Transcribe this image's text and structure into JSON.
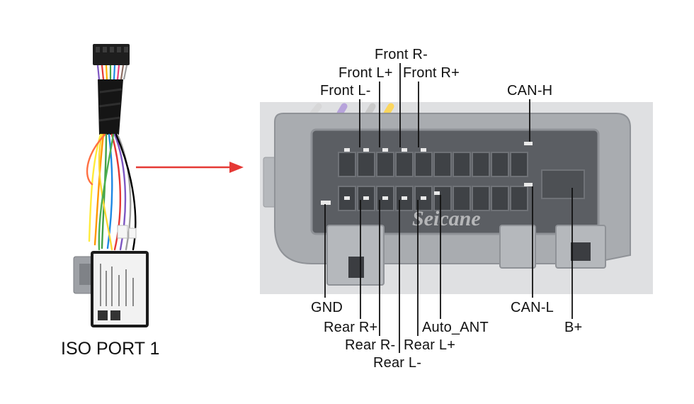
{
  "caption": "ISO PORT 1",
  "watermark": "Seicane",
  "pins_top": {
    "front_r_minus": "Front R-",
    "front_l_plus": "Front L+",
    "front_r_plus": "Front R+",
    "front_l_minus": "Front L-",
    "can_h": "CAN-H"
  },
  "pins_bottom": {
    "gnd": "GND",
    "rear_r_plus": "Rear R+",
    "rear_r_minus": "Rear R-",
    "rear_l_plus": "Rear L+",
    "rear_l_minus": "Rear L-",
    "auto_ant": "Auto_ANT",
    "can_l": "CAN-L",
    "b_plus": "B+"
  },
  "colors": {
    "arrow": "#e53935",
    "connector_body": "#a9acb0",
    "photo_background": "#dfe0e2",
    "leader_line": "#111111"
  }
}
